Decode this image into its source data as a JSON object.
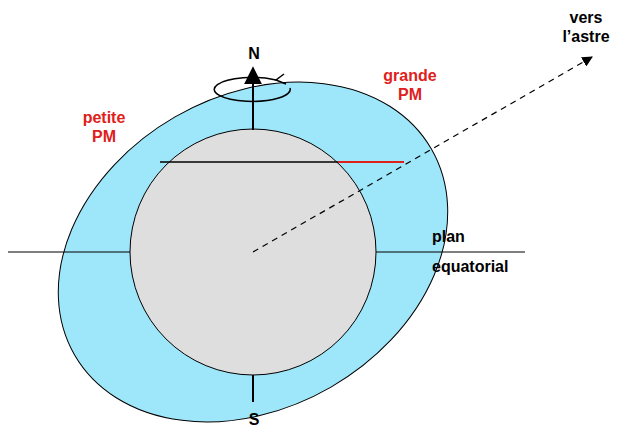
{
  "diagram": {
    "labels": [
      "N",
      "vers l’astre",
      "grande PM",
      "petite PM",
      "plan equatorial",
      "S"
    ]
  }
}
